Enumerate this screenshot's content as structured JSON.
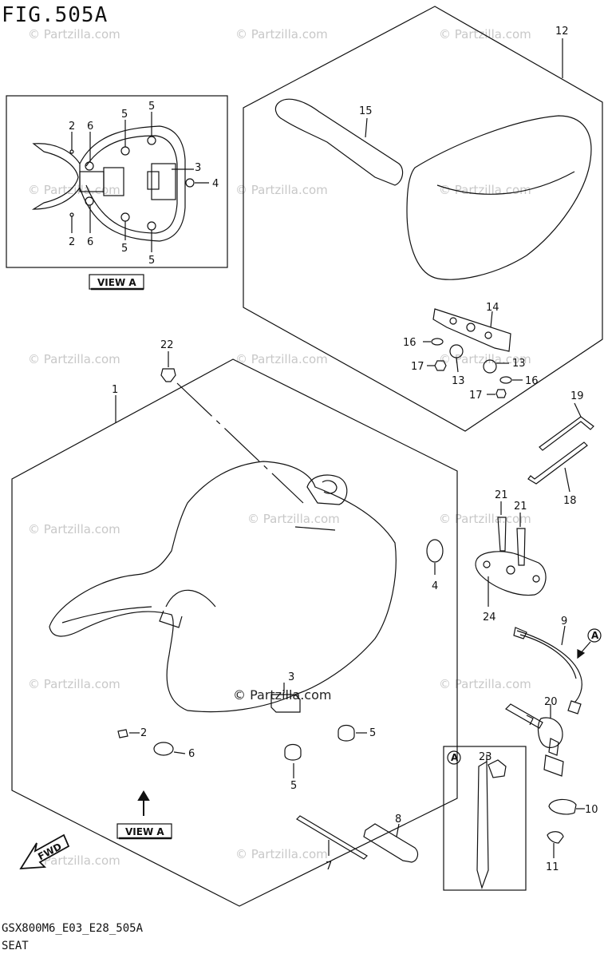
{
  "figure_title": "FIG.505A",
  "footer_code": "GSX800M6_E03_E28_505A",
  "footer_name": "SEAT",
  "view_label": "VIEW A",
  "fwd_label": "FWD",
  "a_marker": "A",
  "watermark": "© Partzilla.com",
  "callouts": {
    "c1": "1",
    "c2": "2",
    "c3": "3",
    "c4": "4",
    "c5": "5",
    "c6": "6",
    "c7": "7",
    "c8": "8",
    "c9": "9",
    "c10": "10",
    "c11": "11",
    "c12": "12",
    "c13": "13",
    "c14": "14",
    "c15": "15",
    "c16": "16",
    "c17": "17",
    "c18": "18",
    "c19": "19",
    "c20": "20",
    "c21": "21",
    "c22": "22",
    "c23": "23",
    "c24": "24"
  }
}
